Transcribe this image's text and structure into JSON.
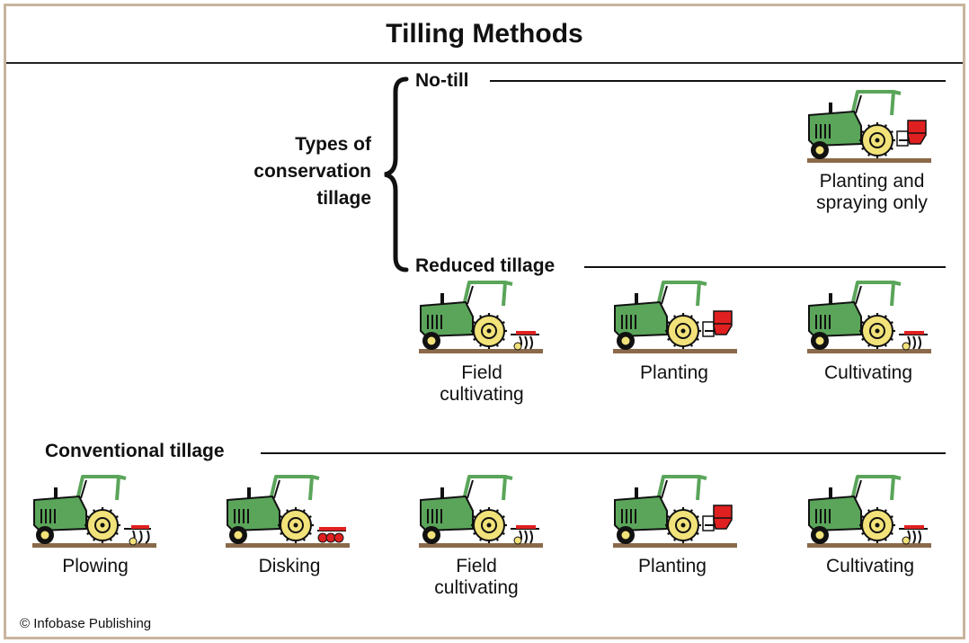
{
  "title": "Tilling Methods",
  "types_label": [
    "Types of",
    "conservation",
    "tillage"
  ],
  "no_till": {
    "heading": "No-till",
    "items": [
      {
        "caption": [
          "Planting and",
          "spraying only"
        ],
        "implement": "seeder"
      }
    ]
  },
  "reduced": {
    "heading": "Reduced tillage",
    "items": [
      {
        "caption": [
          "Field",
          "cultivating"
        ],
        "implement": "cultivator"
      },
      {
        "caption": [
          "Planting"
        ],
        "implement": "seeder"
      },
      {
        "caption": [
          "Cultivating"
        ],
        "implement": "cultivator"
      }
    ]
  },
  "conventional": {
    "heading": "Conventional tillage",
    "items": [
      {
        "caption": [
          "Plowing"
        ],
        "implement": "plow"
      },
      {
        "caption": [
          "Disking"
        ],
        "implement": "disk"
      },
      {
        "caption": [
          "Field",
          "cultivating"
        ],
        "implement": "cultivator"
      },
      {
        "caption": [
          "Planting"
        ],
        "implement": "seeder"
      },
      {
        "caption": [
          "Cultivating"
        ],
        "implement": "cultivator"
      }
    ]
  },
  "credit": "© Infobase Publishing",
  "colors": {
    "tractor_body": "#5aa55a",
    "wheel": "#f2e27a",
    "seeder": "#e02020",
    "soil": "#8a6a4a",
    "frame": "#c9b49c"
  }
}
